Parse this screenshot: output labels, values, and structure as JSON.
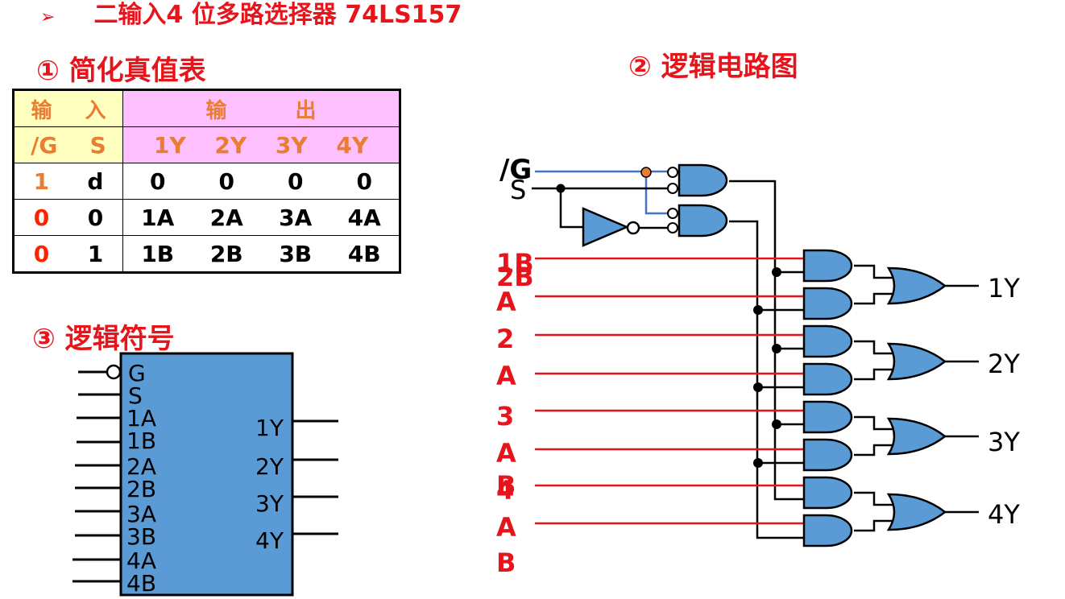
{
  "title": {
    "bullet": "➢",
    "text": "二输入4 位多路选择器 74LS157"
  },
  "sections": {
    "truth_table": "① 简化真值表",
    "logic_circuit": "② 逻辑电路图",
    "logic_symbol": "③ 逻辑符号"
  },
  "truth_table": {
    "header_inputs": [
      "输",
      "入"
    ],
    "header_outputs": [
      "输",
      "出"
    ],
    "sub_inputs": [
      "/G",
      "S"
    ],
    "sub_outputs": [
      "1Y",
      "2Y",
      "3Y",
      "4Y"
    ],
    "rows": [
      {
        "g": "1",
        "s": "d",
        "out": [
          "0",
          "0",
          "0",
          "0"
        ]
      },
      {
        "g": "0",
        "s": "0",
        "out": [
          "1A",
          "2A",
          "3A",
          "4A"
        ]
      },
      {
        "g": "0",
        "s": "1",
        "out": [
          "1B",
          "2B",
          "3B",
          "4B"
        ]
      }
    ]
  },
  "circuit": {
    "control_labels": [
      "/G",
      "S"
    ],
    "input_labels": [
      "1B",
      "2B",
      "A",
      "2",
      "A",
      "3",
      "A",
      "B",
      "4",
      "A",
      "B"
    ],
    "outputs": [
      "1Y",
      "2Y",
      "3Y",
      "4Y"
    ]
  },
  "symbol": {
    "left_pins": [
      "G",
      "S",
      "1A",
      "1B",
      "2A",
      "2B",
      "3A",
      "3B",
      "4A",
      "4B"
    ],
    "right_pins": [
      "1Y",
      "2Y",
      "3Y",
      "4Y"
    ]
  },
  "colors": {
    "title_red": "#e8141b",
    "orange": "#e87d33",
    "table_yellow": "#ffffc0",
    "table_pink": "#ffc0ff",
    "gate_blue": "#5b9bd5",
    "input_line_red": "#e8141b",
    "g_line_blue": "#4472c4"
  }
}
